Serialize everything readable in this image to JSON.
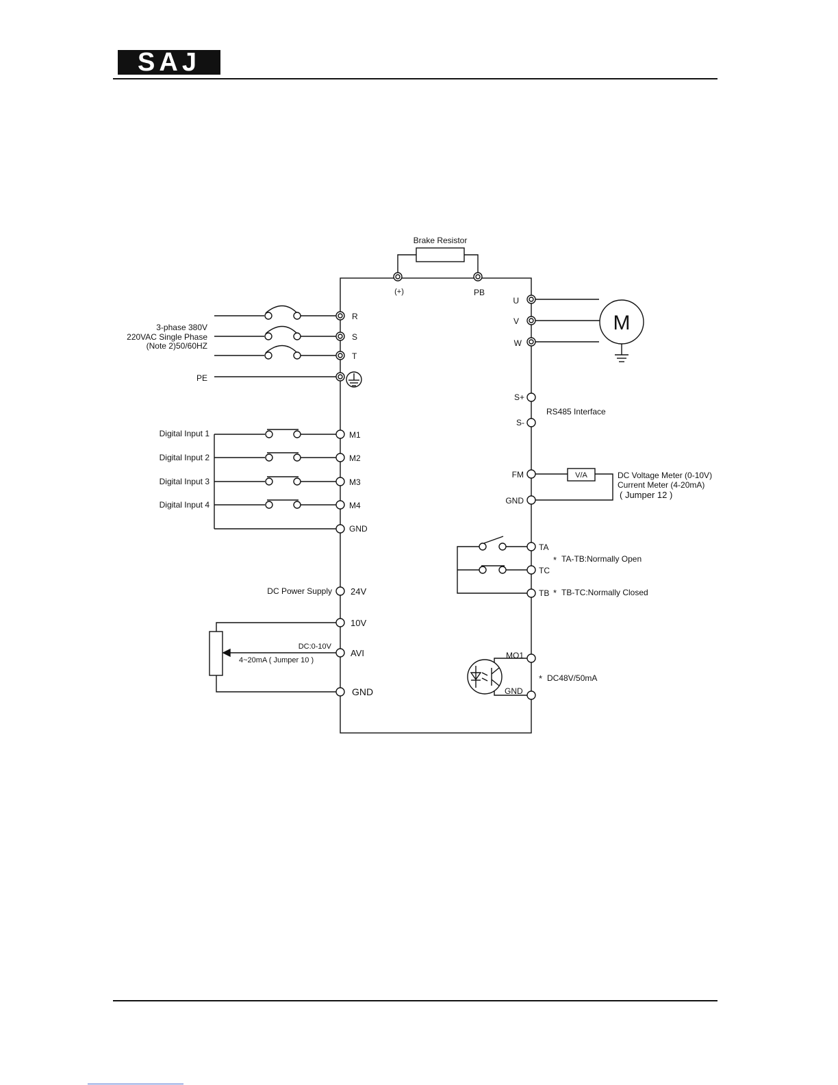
{
  "header": {
    "logo_text": "SAJ"
  },
  "diagram": {
    "brake_resistor": "Brake Resistor",
    "dc_bus": {
      "plus": "(+)",
      "pb": "PB"
    },
    "motor": {
      "u": "U",
      "v": "V",
      "w": "W",
      "symbol": "M"
    },
    "power_input": {
      "line1": "3-phase 380V",
      "line2": "220VAC Single Phase",
      "line3": "(Note 2)50/60HZ",
      "r": "R",
      "s": "S",
      "t": "T",
      "pe": "PE"
    },
    "digital_inputs": {
      "in1": "Digital Input 1",
      "in2": "Digital Input 2",
      "in3": "Digital Input 3",
      "in4": "Digital Input 4",
      "m1": "M1",
      "m2": "M2",
      "m3": "M3",
      "m4": "M4",
      "gnd": "GND"
    },
    "dc_power": {
      "label": "DC Power Supply",
      "v24": "24V"
    },
    "analog": {
      "v10": "10V",
      "avi": "AVI",
      "dc_range": "DC:0-10V",
      "ma_range": "4~20mA ( Jumper 10 )",
      "gnd": "GND"
    },
    "rs485": {
      "s_plus": "S+",
      "s_minus": "S-",
      "label": "RS485 Interface"
    },
    "meter_output": {
      "fm": "FM",
      "gnd": "GND",
      "va": "V/A",
      "line1": "DC Voltage Meter (0-10V)",
      "line2": "Current Meter (4-20mA)",
      "line3": "( Jumper 12 )"
    },
    "relay": {
      "ta": "TA",
      "tc": "TC",
      "tb": "TB",
      "note1": "TA-TB:Normally Open",
      "note2": "TB-TC:Normally Closed",
      "star": "*"
    },
    "mo": {
      "mo1": "MO1",
      "gnd": "GND",
      "note": "DC48V/50mA",
      "star": "*"
    }
  }
}
